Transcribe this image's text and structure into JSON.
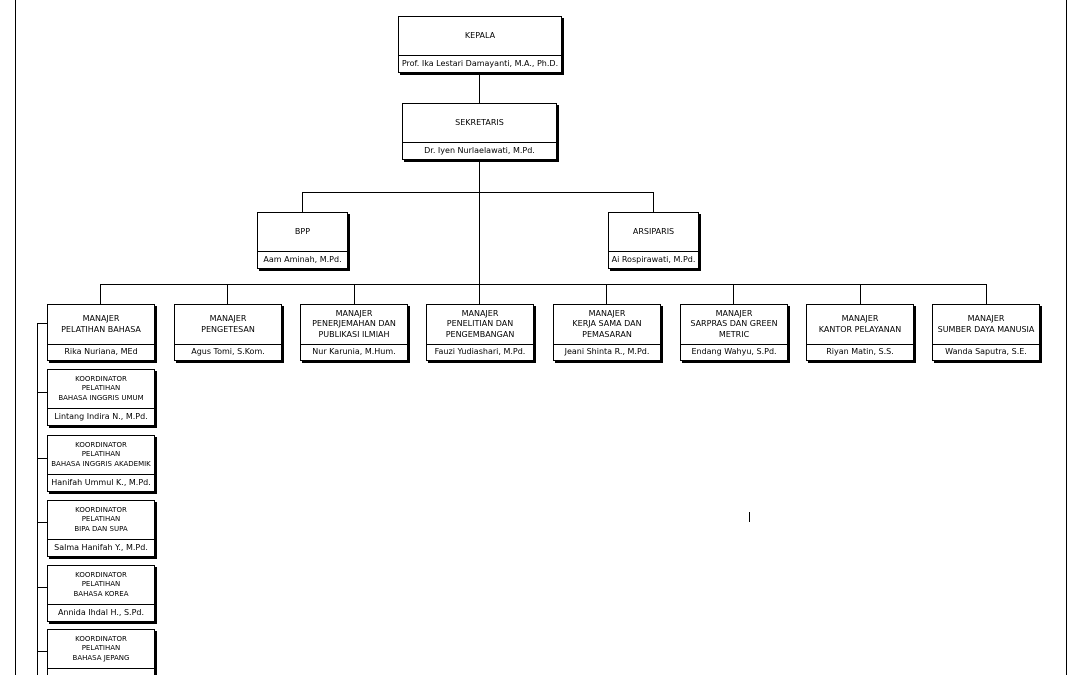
{
  "chart": {
    "head": {
      "role": "KEPALA",
      "name": "Prof. Ika Lestari Damayanti, M.A., Ph.D."
    },
    "secretary": {
      "role": "SEKRETARIS",
      "name": "Dr. Iyen Nurlaelawati, M.Pd."
    },
    "staff": [
      {
        "role": "BPP",
        "name": "Aam Aminah, M.Pd."
      },
      {
        "role": "ARSIPARIS",
        "name": "Ai Rospirawati, M.Pd."
      }
    ],
    "managers": [
      {
        "role": "MANAJER\nPELATIHAN BAHASA",
        "name": "Rika Nuriana, MEd"
      },
      {
        "role": "MANAJER\nPENGETESAN",
        "name": "Agus Tomi, S.Kom."
      },
      {
        "role": "MANAJER\nPENERJEMAHAN DAN\nPUBLIKASI ILMIAH",
        "name": "Nur Karunia, M.Hum."
      },
      {
        "role": "MANAJER\nPENELITIAN DAN\nPENGEMBANGAN",
        "name": "Fauzi Yudiashari, M.Pd."
      },
      {
        "role": "MANAJER\nKERJA SAMA DAN\nPEMASARAN",
        "name": "Jeani Shinta R., M.Pd."
      },
      {
        "role": "MANAJER\nSARPRAS DAN GREEN\nMETRIC",
        "name": "Endang Wahyu, S.Pd."
      },
      {
        "role": "MANAJER\nKANTOR PELAYANAN",
        "name": "Riyan Matin, S.S."
      },
      {
        "role": "MANAJER\nSUMBER DAYA MANUSIA",
        "name": "Wanda Saputra, S.E."
      }
    ],
    "coordinators": [
      {
        "role": "KOORDINATOR\nPELATIHAN\nBAHASA INGGRIS UMUM",
        "name": "Lintang Indira N., M.Pd."
      },
      {
        "role": "KOORDINATOR\nPELATIHAN\nBAHASA INGGRIS AKADEMIK",
        "name": "Hanifah Ummul K., M.Pd."
      },
      {
        "role": "KOORDINATOR\nPELATIHAN\nBIPA DAN SUPA",
        "name": "Salma Hanifah Y., M.Pd."
      },
      {
        "role": "KOORDINATOR\nPELATIHAN\nBAHASA KOREA",
        "name": "Annida Ihdal H., S.Pd."
      },
      {
        "role": "KOORDINATOR\nPELATIHAN\nBAHASA JEPANG",
        "name": ""
      }
    ]
  }
}
